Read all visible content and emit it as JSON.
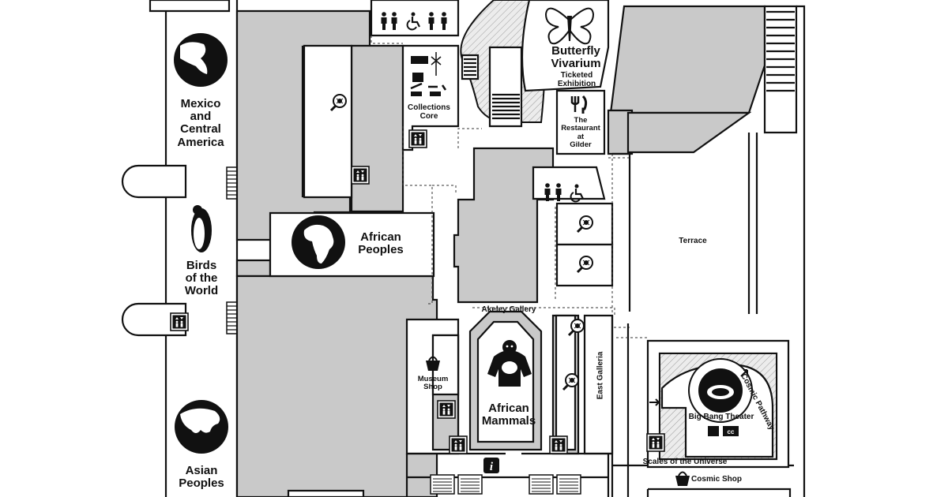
{
  "labels": {
    "mexico": "Mexico\nand\nCentral\nAmerica",
    "birds": "Birds\nof the\nWorld",
    "asian": "Asian\nPeoples",
    "african_peoples": "African\nPeoples",
    "collections_core": "Collections\nCore",
    "butterfly_title": "Butterfly\nVivarium",
    "butterfly_sub": "Ticketed\nExhibition",
    "restaurant": "The\nRestaurant\nat\nGilder",
    "terrace": "Terrace",
    "akeley": "Akeley Gallery",
    "museum_shop": "Museum\nShop",
    "african_mammals": "African\nMammals",
    "east_galleria": "East Galleria",
    "big_bang": "Big Bang Theater",
    "cosmic_pathway": "Cosmic Pathway",
    "scales": "Scales of the Universe",
    "cosmic_shop": "Cosmic Shop"
  },
  "icons": [
    "globe-americas-icon",
    "globe-africa-icon",
    "globe-asia-icon",
    "penguin-icon",
    "butterfly-icon",
    "gorilla-icon",
    "fork-knife-icon",
    "restroom-icon",
    "accessible-icon",
    "elevator-icon",
    "magnifier-bug-icon",
    "shopping-bag-icon",
    "info-icon",
    "escalator-icon",
    "closed-caption-icon"
  ],
  "colors": {
    "gallery_fill": "#c9c9c9",
    "ink": "#111111",
    "background": "#ffffff"
  }
}
